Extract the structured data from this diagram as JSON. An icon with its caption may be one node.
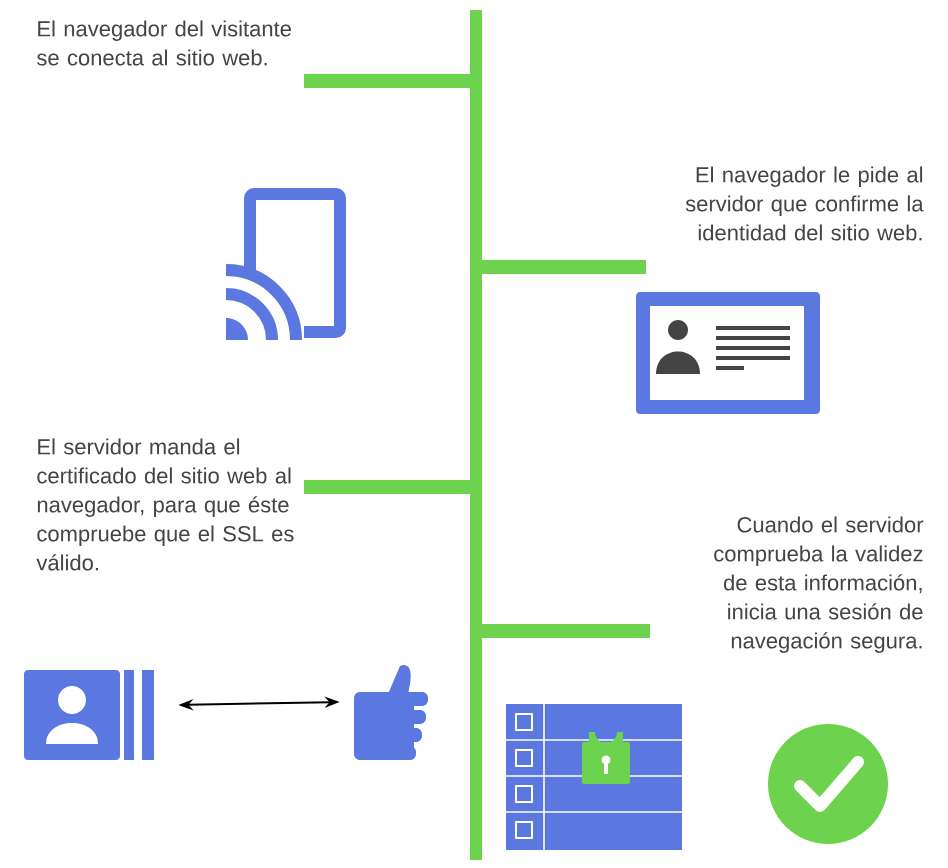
{
  "diagram": {
    "nodes": [
      {
        "text": [],
        "shape": "picture"
      },
      {
        "text": [],
        "shape": "picture"
      }
    ],
    "edges": [
      {
        "from": 0,
        "to": 1,
        "arrow": "both"
      }
    ],
    "labels": [
      "El navegador del visitante se conecta al sitio web.",
      "El navegador le pide al servidor que confirme la identidad del sitio web.",
      "El servidor manda el certificado del sitio web al navegador, para que éste compruebe que el SSL es válido.",
      "Cuando el servidor comprueba la validez de esta información, inicia una sesión de navegación segura."
    ]
  }
}
